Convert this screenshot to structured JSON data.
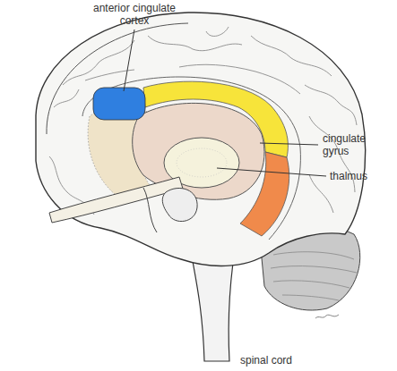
{
  "diagram": {
    "labels": [
      "anterior cingulate cortex",
      "cingulate gyrus",
      "thalmus",
      "spinal cord"
    ]
  }
}
